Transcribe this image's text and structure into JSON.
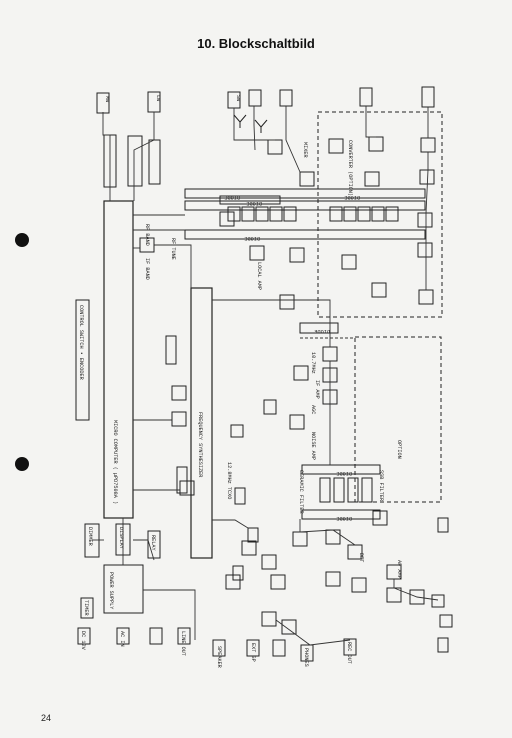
{
  "title": "10. Blockschaltbild",
  "page_number": "24",
  "blocks": {
    "micro_computer": "MICRO COMPUTER ( μPD7508A )",
    "freq_synth": "FREQUENCY SYNTHESIZER",
    "control_sw": "CONTROL SWITCH • ENCODER",
    "power_supply": "POWER SUPPLY",
    "display": "DISPLAY",
    "dimmer": "DIMMER",
    "relay": "RELAY",
    "timer": "TIMER",
    "diode_1": "DIODE",
    "diode_2": "DIODE",
    "diode_3": "DIODE",
    "diode_4": "DIODE",
    "diode_5": "DIODE",
    "diode_6": "DIODE",
    "diode_7": "DIODE"
  },
  "labels": {
    "ant_mw": "MW",
    "ant_lw": "LW",
    "ant_sw": "SW",
    "rf_band": "RF BAND",
    "if_band": "IF BAND",
    "rf_tune": "RF TUNE",
    "local_amp": "LOCAL AMP",
    "mixer": "MIXER",
    "mix_if": "10.7MHz",
    "if_amp": "IF AMP",
    "agc": "AGC",
    "noise_amp": "NOISE AMP",
    "det": "DET",
    "af_amp": "AF AMP",
    "speaker": "SPEAKER",
    "rec_out": "REC OUT",
    "phones": "PHONES",
    "line_out": "LINE OUT",
    "ext_sp": "EXT SP",
    "ac_in": "AC IN",
    "dc_in": "DC 12V",
    "ssb_filter": "SSB FILTER",
    "ceramic_filter": "CERAMIC FILTER",
    "tcxo": "12.8MHz TCXO",
    "converter": "CONVERTER (OPTION)",
    "option_unit": "OPTION"
  }
}
